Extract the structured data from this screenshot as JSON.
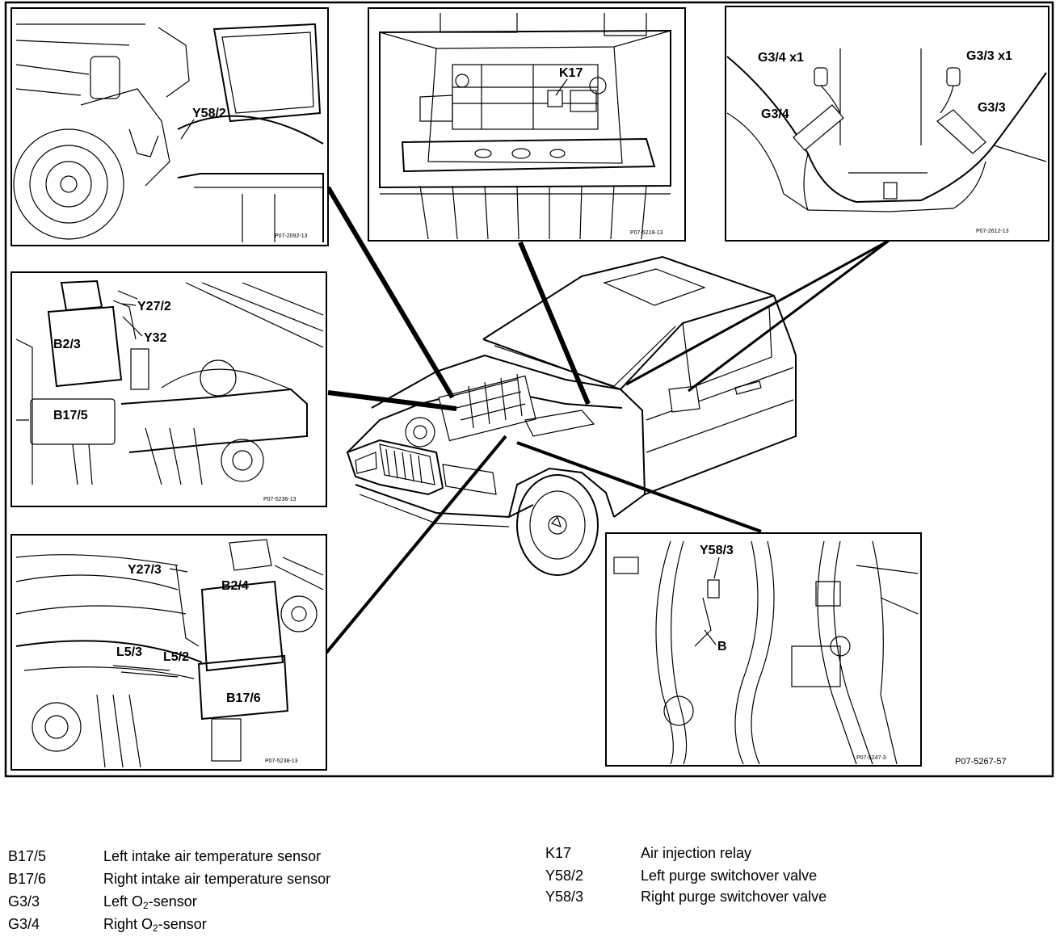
{
  "figure_code": "P07-5267-57",
  "panels": {
    "top_left": {
      "code": "P07-2092-13",
      "labels": [
        "Y58/2"
      ]
    },
    "top_center": {
      "code": "P07-5218-13",
      "labels": [
        "K17"
      ]
    },
    "top_right": {
      "code": "P07-2612-13",
      "labels": [
        "G3/4 x1",
        "G3/3 x1",
        "G3/4",
        "G3/3"
      ]
    },
    "mid_left": {
      "code": "P07-5236-13",
      "labels": [
        "Y27/2",
        "Y32",
        "B2/3",
        "B17/5"
      ]
    },
    "bottom_left": {
      "code": "P07-5238-13",
      "labels": [
        "Y27/3",
        "B2/4",
        "L5/3",
        "L5/2",
        "B17/6"
      ]
    },
    "bottom_right": {
      "code": "P07-5247-3",
      "labels": [
        "Y58/3",
        "B"
      ]
    }
  },
  "legend": {
    "left": [
      {
        "code": "B17/5",
        "desc": "Left intake air temperature sensor"
      },
      {
        "code": "B17/6",
        "desc": "Right intake air temperature sensor"
      },
      {
        "code": "G3/3",
        "desc_pre": "Left O",
        "desc_sub": "2",
        "desc_post": "-sensor"
      },
      {
        "code": "G3/4",
        "desc_pre": "Right O",
        "desc_sub": "2",
        "desc_post": "-sensor"
      }
    ],
    "right": [
      {
        "code": "K17",
        "desc": "Air injection relay"
      },
      {
        "code": "Y58/2",
        "desc": "Left purge switchover valve"
      },
      {
        "code": "Y58/3",
        "desc": "Right purge switchover valve"
      }
    ]
  }
}
